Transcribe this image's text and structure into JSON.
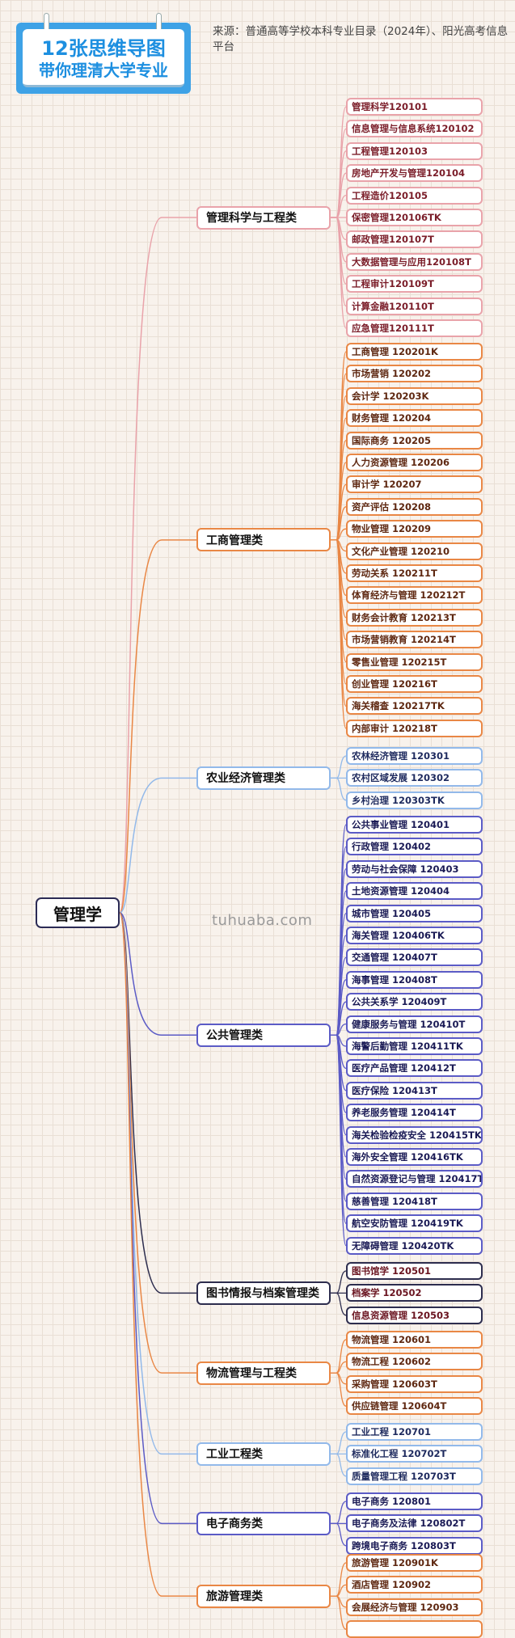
{
  "header": {
    "title_line1": "12张思维导图",
    "title_line2": "带你理清大学专业",
    "source": "来源：普通高等学校本科专业目录（2024年）、阳光高考信息平台"
  },
  "watermark": "tuhuaba.com",
  "root": "管理学",
  "categories": [
    {
      "name": "管理科学与工程类",
      "color": "#e9a3aa",
      "text_color": "#7a1c28",
      "items": [
        "管理科学120101",
        "信息管理与信息系统120102",
        "工程管理120103",
        "房地产开发与管理120104",
        "工程造价120105",
        "保密管理120106TK",
        "邮政管理120107T",
        "大数据管理与应用120108T",
        "工程审计120109T",
        "计算金融120110T",
        "应急管理120111T"
      ]
    },
    {
      "name": "工商管理类",
      "color": "#e98745",
      "text_color": "#5e2710",
      "items": [
        "工商管理 120201K",
        "市场营销 120202",
        "会计学 120203K",
        "财务管理 120204",
        "国际商务 120205",
        "人力资源管理 120206",
        "审计学 120207",
        "资产评估 120208",
        "物业管理 120209",
        "文化产业管理 120210",
        "劳动关系 120211T",
        "体育经济与管理 120212T",
        "财务会计教育 120213T",
        "市场营销教育 120214T",
        "零售业管理 120215T",
        "创业管理 120216T",
        "海关稽查 120217TK",
        "内部审计 120218T"
      ]
    },
    {
      "name": "农业经济管理类",
      "color": "#92b9ea",
      "text_color": "#1e2a5e",
      "items": [
        "农林经济管理 120301",
        "农村区域发展 120302",
        "乡村治理 120303TK"
      ]
    },
    {
      "name": "公共管理类",
      "color": "#5b5bc6",
      "text_color": "#1a1a55",
      "items": [
        "公共事业管理 120401",
        "行政管理 120402",
        "劳动与社会保障 120403",
        "土地资源管理 120404",
        "城市管理 120405",
        "海关管理 120406TK",
        "交通管理 120407T",
        "海事管理 120408T",
        "公共关系学 120409T",
        "健康服务与管理 120410T",
        "海警后勤管理 120411TK",
        "医疗产品管理 120412T",
        "医疗保险 120413T",
        "养老服务管理 120414T",
        "海关检验检疫安全 120415TK",
        "海外安全管理 120416TK",
        "自然资源登记与管理 120417T",
        "慈善管理 120418T",
        "航空安防管理 120419TK",
        "无障碍管理 120420TK"
      ]
    },
    {
      "name": "图书情报与档案管理类",
      "color": "#2d2d4e",
      "text_color": "#6a1420",
      "items": [
        "图书馆学 120501",
        "档案学 120502",
        "信息资源管理 120503"
      ]
    },
    {
      "name": "物流管理与工程类",
      "color": "#e98745",
      "text_color": "#5e2710",
      "items": [
        "物流管理 120601",
        "物流工程 120602",
        "采购管理 120603T",
        "供应链管理 120604T"
      ]
    },
    {
      "name": "工业工程类",
      "color": "#92b9ea",
      "text_color": "#1e2a5e",
      "items": [
        "工业工程 120701",
        "标准化工程 120702T",
        "质量管理工程 120703T"
      ]
    },
    {
      "name": "电子商务类",
      "color": "#5b5bc6",
      "text_color": "#1a1a55",
      "items": [
        "电子商务 120801",
        "电子商务及法律 120802T",
        "跨境电子商务 120803T"
      ]
    },
    {
      "name": "旅游管理类",
      "color": "#e98745",
      "text_color": "#5e2710",
      "items": [
        "旅游管理 120901K",
        "酒店管理 120902",
        "会展经济与管理 120903",
        ""
      ]
    }
  ]
}
